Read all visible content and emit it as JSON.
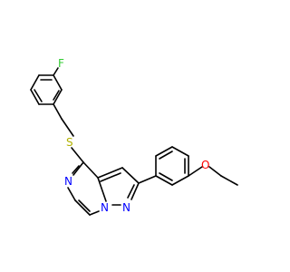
{
  "molecule": {
    "atoms": {
      "fluorine": "F",
      "sulfur": "S",
      "oxygen": "O",
      "pyrazine_nitrogen": "N",
      "bridge_nitrogen": "N",
      "pyrazole_nitrogen": "N"
    },
    "colors": {
      "bond": "#000000",
      "fluorine": "#33cc33",
      "sulfur": "#b2b200",
      "oxygen": "#ff0000",
      "nitrogen": "#0000ff"
    }
  }
}
